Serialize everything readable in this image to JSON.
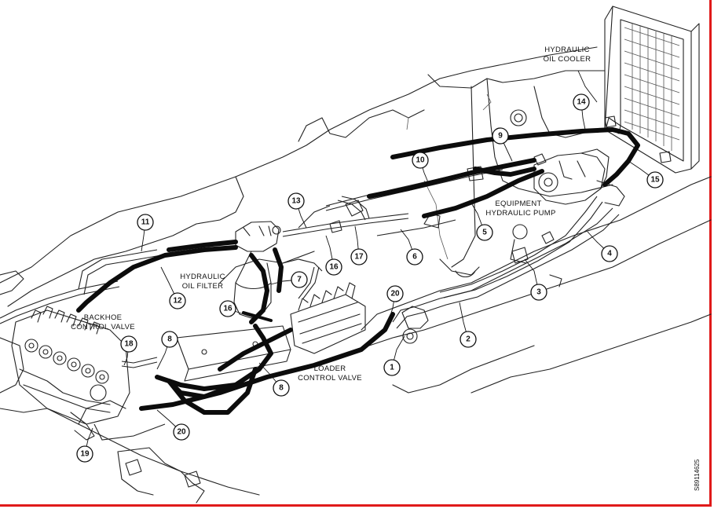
{
  "labels": {
    "hydraulic_oil_cooler": [
      "HYDRAULIC",
      "OIL COOLER"
    ],
    "equipment_hydraulic_pump": [
      "EQUIPMENT",
      "HYDRAULIC PUMP"
    ],
    "hydraulic_oil_filter": [
      "HYDRAULIC",
      "OIL FILTER"
    ],
    "backhoe_control_valve": [
      "BACKHOE",
      "CONTROL VALVE"
    ],
    "loader_control_valve": [
      "LOADER",
      "CONTROL VALVE"
    ]
  },
  "callouts": [
    "1",
    "2",
    "3",
    "4",
    "5",
    "6",
    "7",
    "8",
    "8",
    "9",
    "10",
    "11",
    "12",
    "13",
    "14",
    "15",
    "16",
    "16",
    "17",
    "18",
    "19",
    "20",
    "20"
  ],
  "figure_id": "S89114625",
  "colors": {
    "ink": "#111111",
    "frame_border": "#e01a1a",
    "background": "#ffffff"
  }
}
